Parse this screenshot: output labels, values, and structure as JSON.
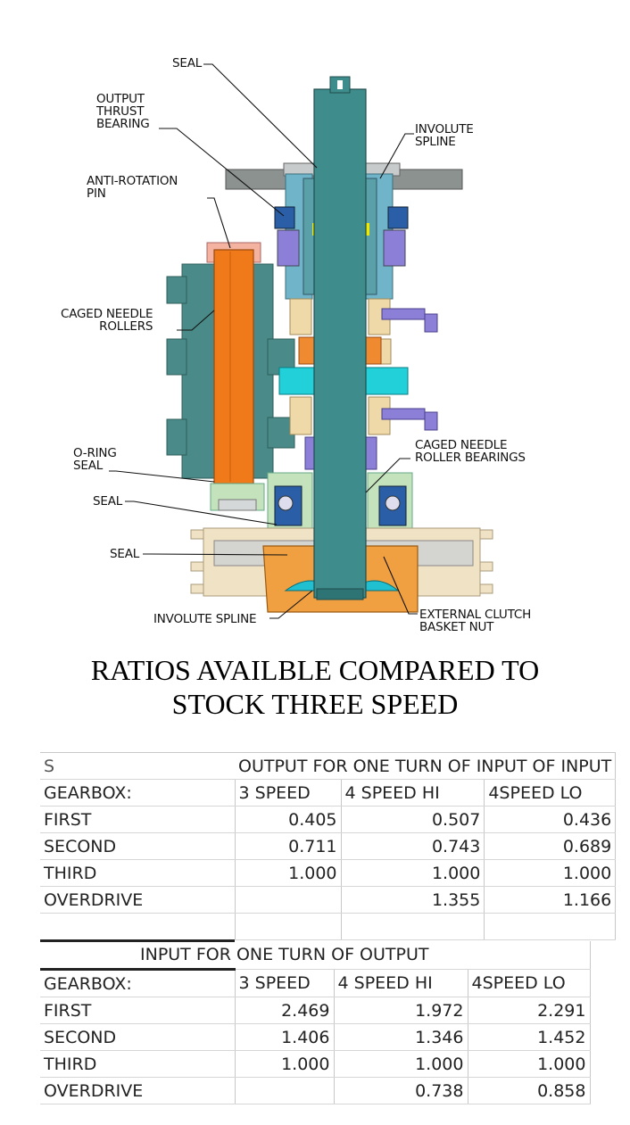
{
  "callouts": {
    "seal_top": "SEAL",
    "output_thrust_bearing": "OUTPUT\nTHRUST\nBEARING",
    "involute_spline_top": "INVOLUTE\nSPLINE",
    "anti_rotation_pin": "ANTI-ROTATION\nPIN",
    "caged_needle_rollers": "CAGED NEEDLE\nROLLERS",
    "o_ring_seal": "O-RING\nSEAL",
    "caged_needle_roller_bearings": "CAGED NEEDLE\nROLLER BEARINGS",
    "seal_mid": "SEAL",
    "seal_low": "SEAL",
    "involute_spline_bottom": "INVOLUTE SPLINE",
    "external_clutch_basket_nut": "EXTERNAL CLUTCH\nBASKET NUT"
  },
  "heading": {
    "line1": "RATIOS AVAILBLE COMPARED TO",
    "line2": "STOCK THREE SPEED"
  },
  "table_output": {
    "corner": "S",
    "title": "OUTPUT FOR ONE TURN OF INPUT OF INPUT",
    "header": [
      "GEARBOX:",
      "3 SPEED",
      "4 SPEED HI",
      "4SPEED LO"
    ],
    "rows": [
      [
        "FIRST",
        "0.405",
        "0.507",
        "0.436"
      ],
      [
        "SECOND",
        "0.711",
        "0.743",
        "0.689"
      ],
      [
        "THIRD",
        "1.000",
        "1.000",
        "1.000"
      ],
      [
        "OVERDRIVE",
        "",
        "1.355",
        "1.166"
      ]
    ]
  },
  "table_input": {
    "title": "INPUT FOR ONE TURN OF OUTPUT",
    "header": [
      "GEARBOX:",
      "3 SPEED",
      "4 SPEED HI",
      "4SPEED LO"
    ],
    "rows": [
      [
        "FIRST",
        "2.469",
        "1.972",
        "2.291"
      ],
      [
        "SECOND",
        "1.406",
        "1.346",
        "1.452"
      ],
      [
        "THIRD",
        "1.000",
        "1.000",
        "1.000"
      ],
      [
        "OVERDRIVE",
        "",
        "0.738",
        "0.858"
      ]
    ]
  },
  "colors": {
    "shaft_teal": "#3f8c8c",
    "housing_teal": "#4a8a88",
    "pin_orange": "#f07a1a",
    "bearing_blue": "#2a5fa8",
    "gear_tan": "#efd9a8",
    "purple": "#8c7fd8",
    "cyan": "#21d0d8",
    "cream": "#f0e2c4",
    "clutch_orange": "#f0a040",
    "light_green": "#c4e3bd"
  }
}
